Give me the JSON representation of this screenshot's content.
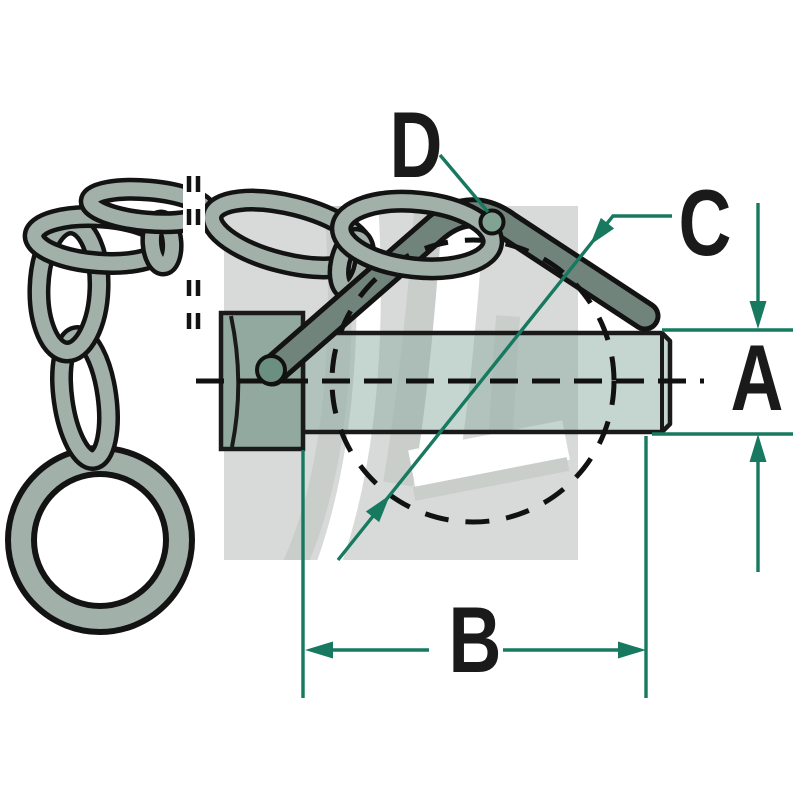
{
  "diagram": {
    "type": "technical-dimension-drawing",
    "subject": "linch pin with safety chain and ring",
    "dimension_labels": {
      "a": "A",
      "b": "B",
      "c": "C",
      "d": "D"
    },
    "colors": {
      "dimension_lines": "#17795F",
      "outlines": "#1A1A1A",
      "metal_fill": "#C6D4CD",
      "pin_head_fill": "#92A9A0",
      "pivot_dot": "#6B9081",
      "watermark": "#D8DAD9",
      "background": "#FFFFFF"
    }
  }
}
